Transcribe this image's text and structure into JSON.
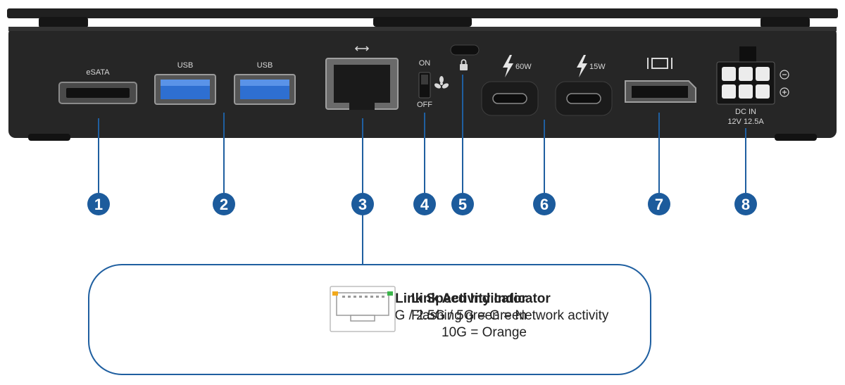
{
  "ports": {
    "esata": "eSATA",
    "usb1": "USB",
    "usb2": "USB",
    "switch_on": "ON",
    "switch_off": "OFF",
    "tb1": "60W",
    "tb2": "15W",
    "dc_in": "DC IN",
    "dc_rating": "12V 12.5A"
  },
  "markers": [
    "1",
    "2",
    "3",
    "4",
    "5",
    "6",
    "7",
    "8"
  ],
  "callout": {
    "left_title": "Link Speed Indicator",
    "left_line1": "100M / 1G / 2.5G  / 5G = Green",
    "left_line2": "10G = Orange",
    "right_title": "Link Activity Indicator",
    "right_line1": "Flashing green = Network activity"
  },
  "colors": {
    "accent": "#1f5fa0",
    "marker": "#1c5b9c",
    "led_orange": "#f2a91c",
    "led_green": "#3bb54a"
  }
}
